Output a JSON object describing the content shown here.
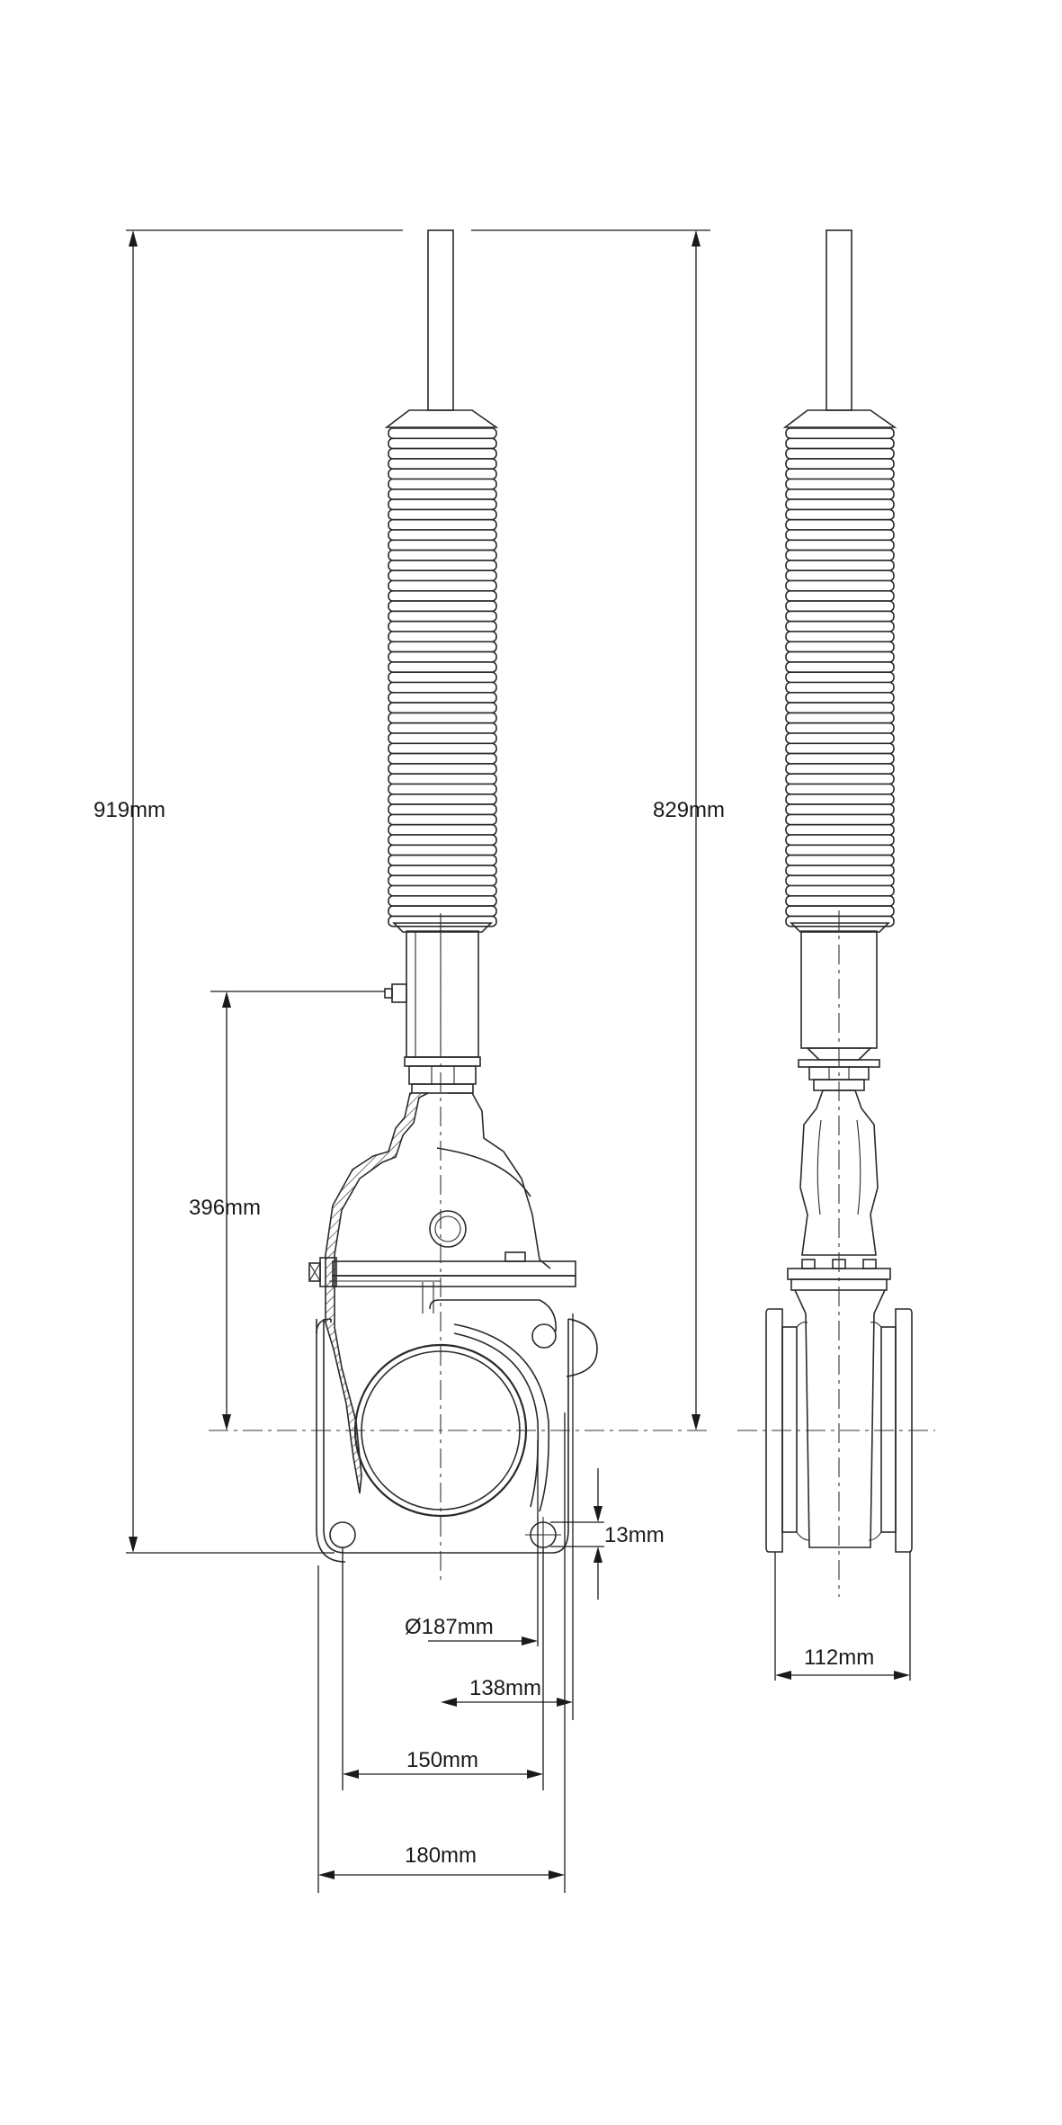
{
  "dimensions": {
    "overall_height": "919mm",
    "height_to_axis": "829mm",
    "lower_section_height": "396mm",
    "flange_thickness": "13mm",
    "bore_diameter": "Ø187mm",
    "bore_width": "138mm",
    "bolt_spacing": "150mm",
    "body_width": "180mm",
    "side_width": "112mm"
  }
}
